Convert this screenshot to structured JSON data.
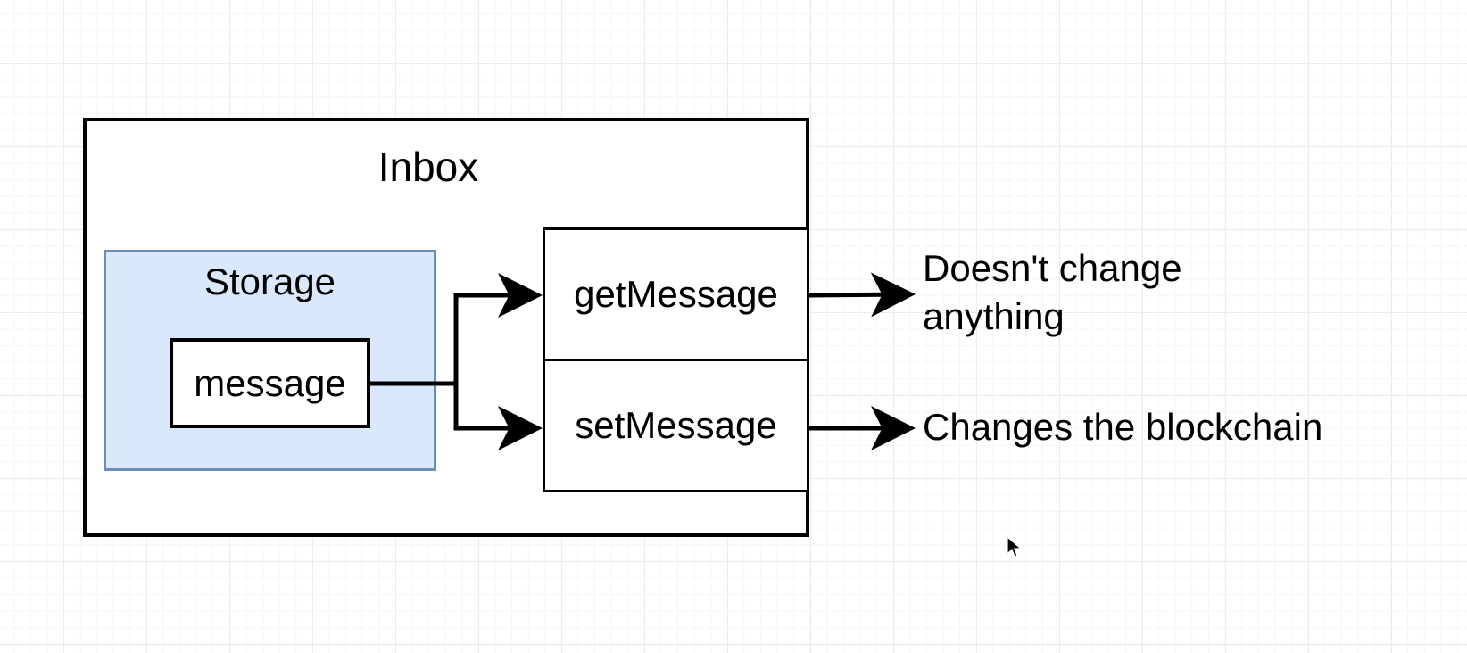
{
  "diagram": {
    "contract": {
      "title": "Inbox",
      "storage": {
        "title": "Storage",
        "variable": "message"
      },
      "functions": [
        {
          "name": "getMessage",
          "note": [
            "Doesn't change",
            "anything"
          ]
        },
        {
          "name": "setMessage",
          "note": [
            "Changes the blockchain"
          ]
        }
      ]
    },
    "colors": {
      "storage_fill": "#dae8fc",
      "storage_stroke": "#6c8ebf",
      "line": "#000000"
    }
  }
}
